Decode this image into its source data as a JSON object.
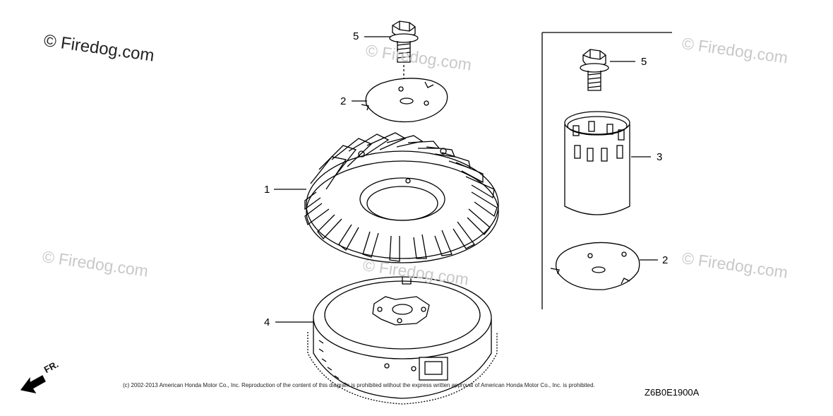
{
  "watermarks": {
    "main": "© Firedog.com",
    "faint": "© Firedog.com"
  },
  "callouts": {
    "c5_left": "5",
    "c2_left": "2",
    "c1": "1",
    "c4": "4",
    "c5_right": "5",
    "c3": "3",
    "c2_right": "2"
  },
  "footer_text": "(c) 2002-2013 American Honda Motor Co., Inc. Reproduction of the content of this diagram is prohibited without the express written approval of American Honda Motor Co., Inc. is prohibited.",
  "diagram_code": "Z6B0E1900A",
  "direction_label": "FR."
}
